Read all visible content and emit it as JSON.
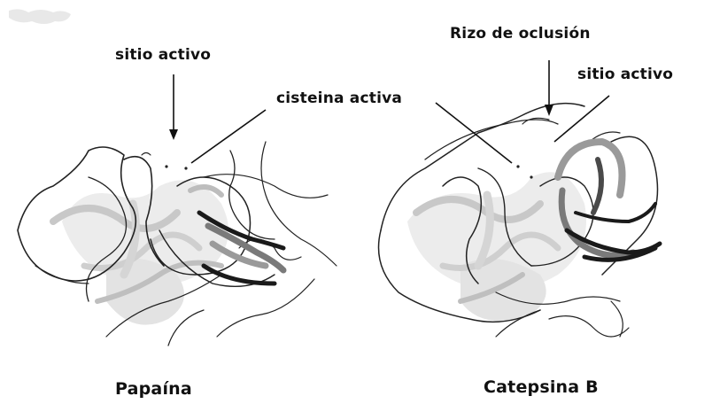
{
  "labels": {
    "active_site_left": "sitio activo",
    "active_cysteine": "cisteina activa",
    "occluding_loop": "Rizo de oclusión",
    "active_site_right": "sitio activo"
  },
  "captions": {
    "left": "Papaína",
    "right": "Catepsina B"
  },
  "colors": {
    "ink": "#111111",
    "ribbon_light": "#c8c8c8",
    "ribbon_mid": "#8a8a8a",
    "ribbon_dark": "#1a1a1a"
  }
}
